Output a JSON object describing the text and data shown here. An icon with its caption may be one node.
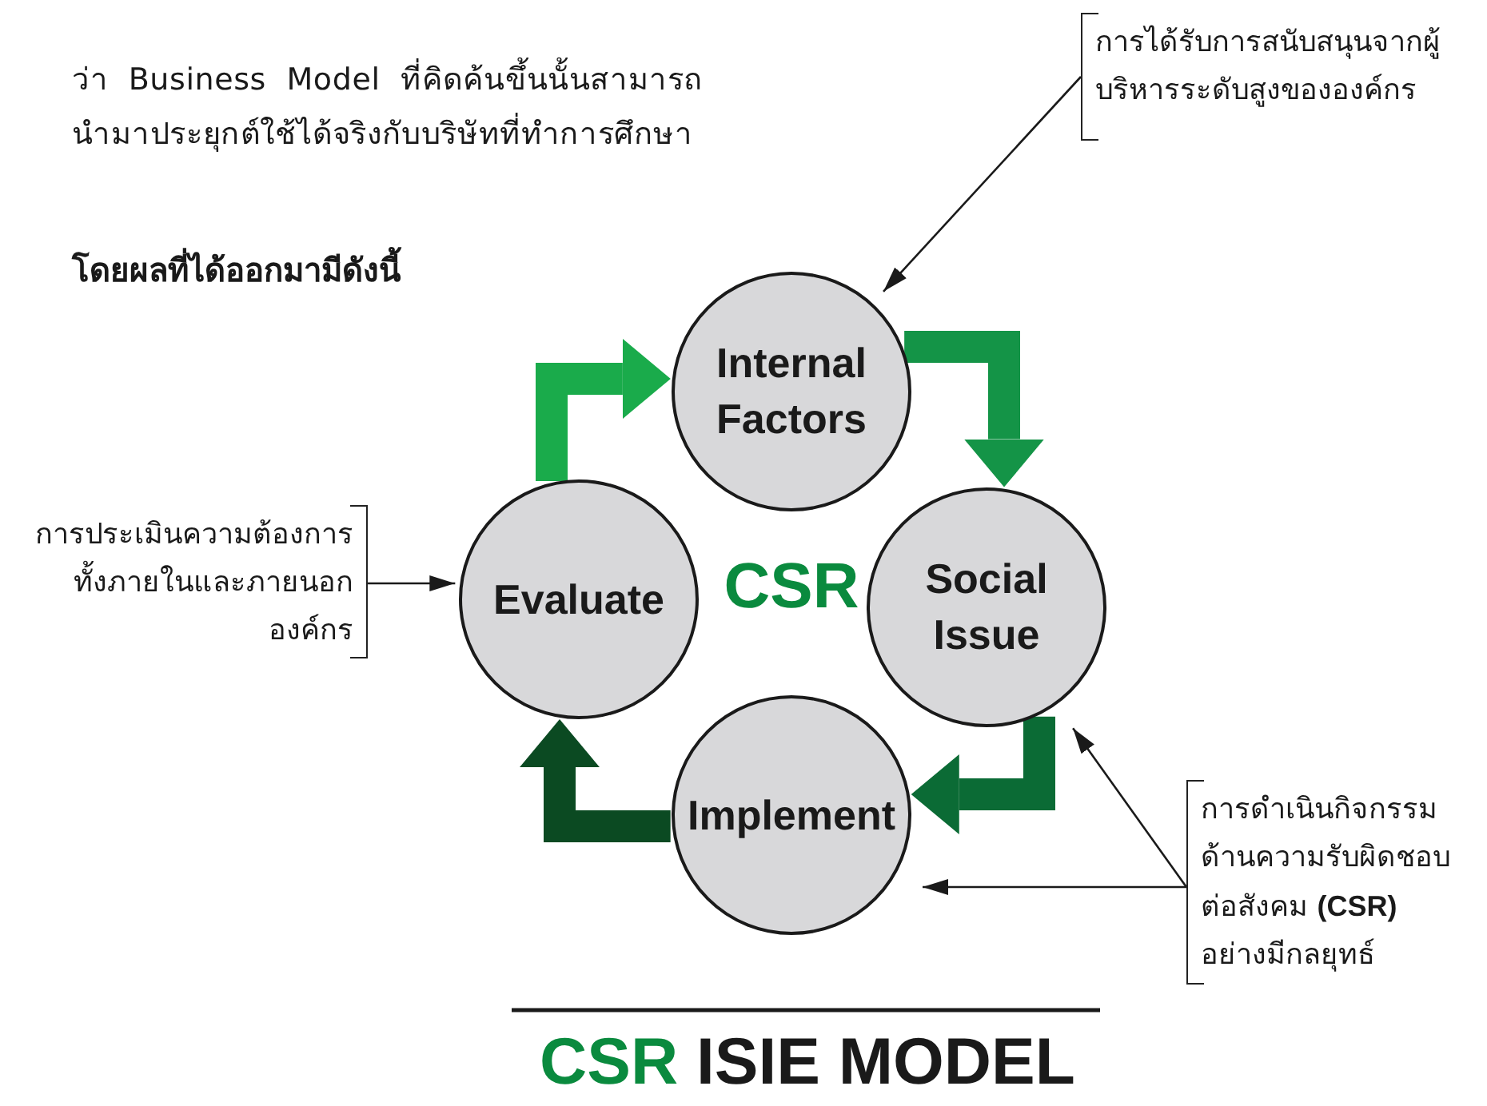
{
  "diagram": {
    "title": "**CSR** ISIE MODEL",
    "nodes": [
      {
        "text": [
          "Internal Factors"
        ]
      },
      {
        "text": [
          "Social Issue"
        ]
      },
      {
        "text": [
          "Implement"
        ]
      },
      {
        "text": [
          "Evaluate"
        ]
      },
      {
        "text": [
          "การได้รับการสนับสนุนจากผู้บริหารระดับสูงขององค์กร"
        ]
      },
      {
        "text": [
          "การประเมินความต้องการทั้งภายในและภายนอกองค์กร"
        ]
      },
      {
        "text": [
          "การดำเนินกิจกรรมด้านความรับผิดชอบต่อสังคม **(CSR)** อย่างมีกลยุทธ์"
        ]
      }
    ],
    "edges": [
      {
        "from": 3,
        "to": 0,
        "arrow": "to",
        "style": "thick",
        "color": "#1aab4b"
      },
      {
        "from": 0,
        "to": 1,
        "arrow": "to",
        "style": "thick",
        "color": "#149447"
      },
      {
        "from": 1,
        "to": 2,
        "arrow": "to",
        "style": "thick",
        "color": "#0b6b35"
      },
      {
        "from": 2,
        "to": 3,
        "arrow": "to",
        "style": "thick",
        "color": "#0b4a22"
      },
      {
        "from": 4,
        "to": 0,
        "arrow": "to"
      },
      {
        "from": 5,
        "to": 3,
        "arrow": "to"
      },
      {
        "from": 6,
        "to": 1,
        "arrow": "to"
      },
      {
        "from": 6,
        "to": 2,
        "arrow": "to"
      }
    ],
    "labels": [
      "ว่า Business Model ที่คิดค้นขึ้นนั้นสามารถนำมาประยุกต์ใช้ได้จริงกับบริษัทที่ทำการศึกษา",
      "โดยผลที่ได้ออกมามีดังนี้",
      "CSR"
    ]
  }
}
